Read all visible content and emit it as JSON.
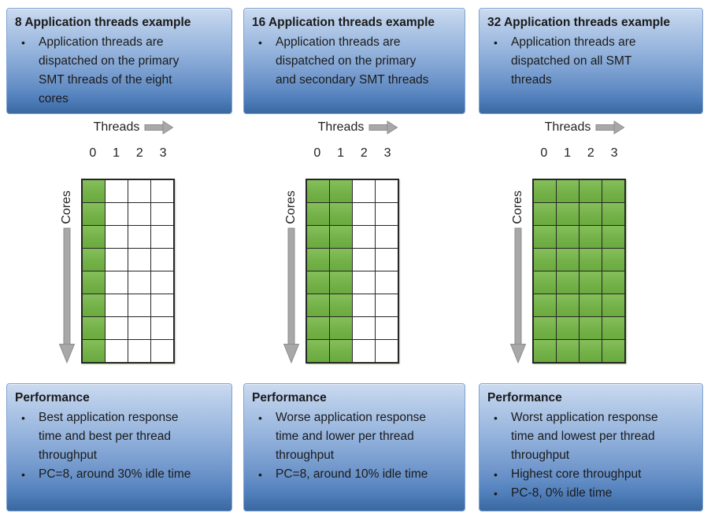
{
  "colors": {
    "box_border": "#7fa3d4",
    "box_gradient_top": "#cbdaf0",
    "box_gradient_bottom": "#3a689f",
    "text": "#1a1a1a",
    "cell_fill_green": "#74b249",
    "cell_empty": "#ffffff",
    "grid_line": "#262626",
    "arrow_gray_fill": "#a8a8a8",
    "arrow_gray_stroke": "#8c8c8c"
  },
  "columns": [
    {
      "header": {
        "title": "8 Application threads example",
        "bullets": [
          "Application threads are dispatched on the primary SMT threads of the eight cores"
        ]
      },
      "threads_label": "Threads",
      "cores_label": "Cores",
      "thread_numbers": [
        "0",
        "1",
        "2",
        "3"
      ],
      "grid": {
        "rows": 8,
        "cols": 4,
        "filled_cols": [
          0
        ]
      },
      "performance": {
        "title": "Performance",
        "bullets": [
          "Best application response time and best per thread throughput",
          "PC=8, around 30% idle time"
        ]
      }
    },
    {
      "header": {
        "title": "16 Application threads example",
        "bullets": [
          "Application threads are dispatched on the primary and secondary SMT threads"
        ]
      },
      "threads_label": "Threads",
      "cores_label": "Cores",
      "thread_numbers": [
        "0",
        "1",
        "2",
        "3"
      ],
      "grid": {
        "rows": 8,
        "cols": 4,
        "filled_cols": [
          0,
          1
        ]
      },
      "performance": {
        "title": "Performance",
        "bullets": [
          "Worse application response time and lower per thread throughput",
          "PC=8, around 10% idle time"
        ]
      }
    },
    {
      "header": {
        "title": "32 Application threads example",
        "bullets": [
          "Application threads are dispatched on all SMT threads"
        ]
      },
      "threads_label": "Threads",
      "cores_label": "Cores",
      "thread_numbers": [
        "0",
        "1",
        "2",
        "3"
      ],
      "grid": {
        "rows": 8,
        "cols": 4,
        "filled_cols": [
          0,
          1,
          2,
          3
        ]
      },
      "performance": {
        "title": "Performance",
        "bullets": [
          "Worst application response time and lowest per thread throughput",
          "Highest core throughput",
          "PC-8, 0% idle time"
        ]
      }
    }
  ]
}
